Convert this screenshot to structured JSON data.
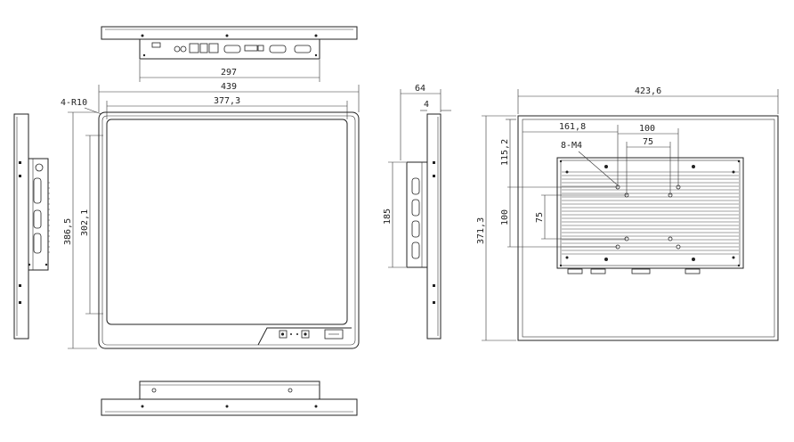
{
  "drawing": {
    "dimensions": {
      "top_width": "297",
      "front_overall_width": "439",
      "front_screen_width": "377,3",
      "corner_radius": "4-R10",
      "front_overall_height": "386,5",
      "front_screen_height": "302,1",
      "side_depth": "64",
      "side_bezel": "4",
      "side_mount_height": "185",
      "back_overall_width": "423,6",
      "back_overall_height": "371,3",
      "back_offset_x": "161,8",
      "back_offset_y": "115,2",
      "vesa_100_horizontal": "100",
      "vesa_75_horizontal": "75",
      "vesa_100_vertical": "100",
      "vesa_75_vertical": "75",
      "screw_holes": "8-M4"
    },
    "colors": {
      "line": "#222222",
      "background": "#ffffff"
    }
  }
}
